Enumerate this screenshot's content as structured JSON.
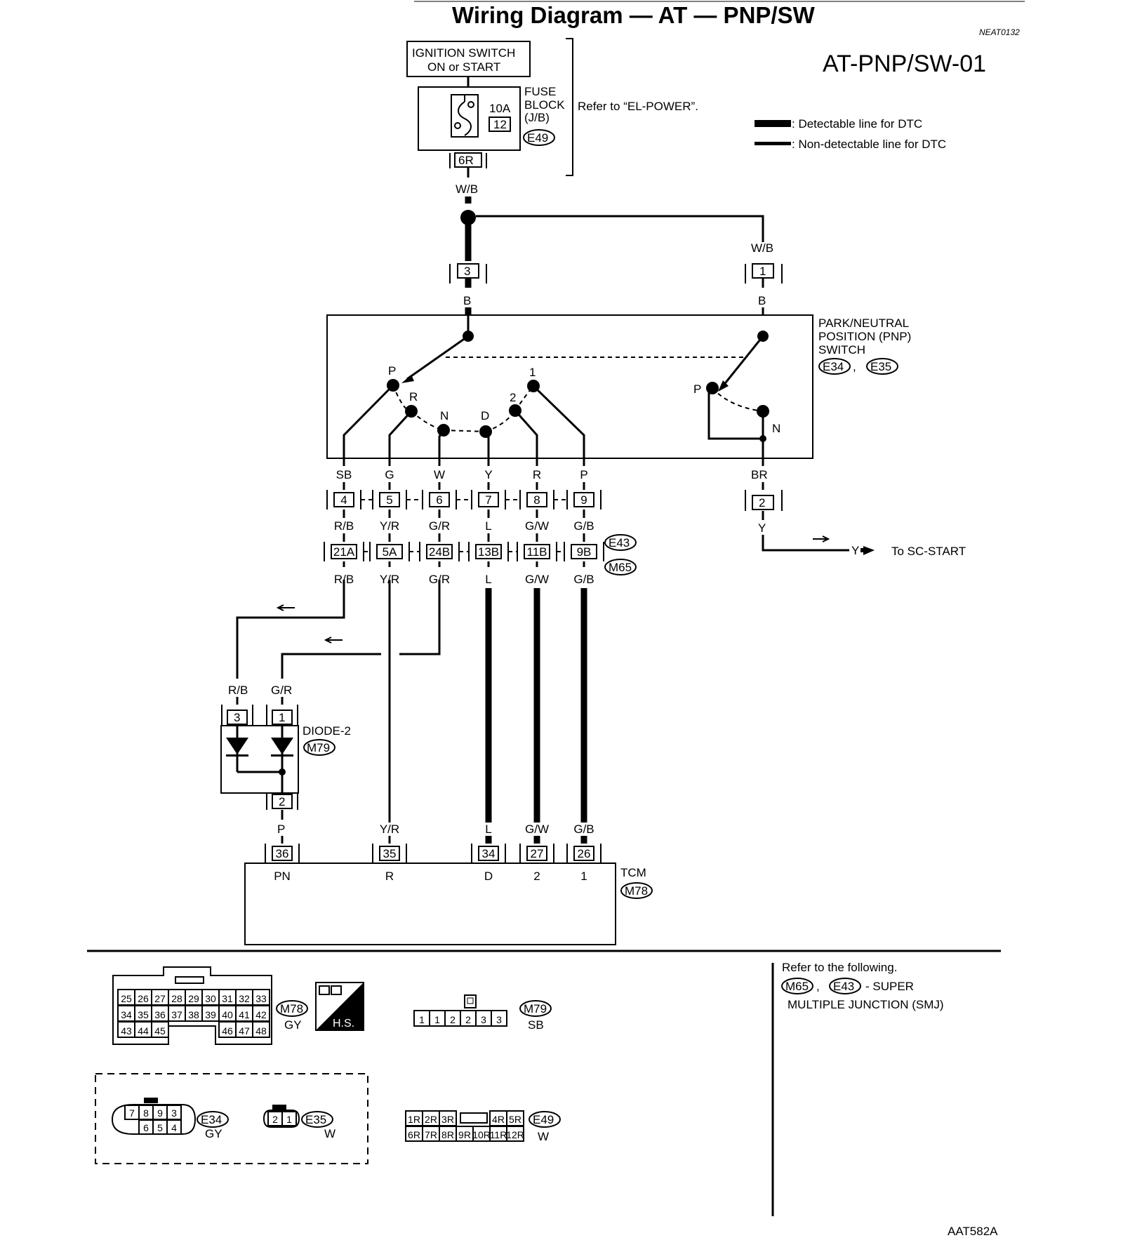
{
  "title": "Wiring Diagram — AT — PNP/SW",
  "code": "NEAT0132",
  "page_id": "AT-PNP/SW-01",
  "figure_id": "AAT582A",
  "legend": {
    "detectable": ": Detectable line for DTC",
    "non_detectable": ": Non-detectable line for DTC"
  },
  "power": {
    "ignition_line1": "IGNITION SWITCH",
    "ignition_line2": "ON or START",
    "fuse_amp": "10A",
    "fuse_num": "12",
    "fuse_block1": "FUSE",
    "fuse_block2": "BLOCK",
    "fuse_block3": "(J/B)",
    "fuse_conn": "E49",
    "fuse_pin": "6R",
    "refer": "Refer to “EL-POWER”."
  },
  "pnp_switch": {
    "name1": "PARK/NEUTRAL",
    "name2": "POSITION (PNP)",
    "name3": "SWITCH",
    "conn1": "E34",
    "conn2": "E35",
    "sep": ",",
    "pin_in_left": "3",
    "pin_in_right": "1",
    "wire_in_left_top": "W/B",
    "wire_in_right_top": "W/B",
    "wire_in_left_bottom": "B",
    "wire_in_right_bottom": "B",
    "positions_left": [
      "P",
      "R",
      "N",
      "D",
      "2",
      "1"
    ],
    "positions_right": [
      "P",
      "N"
    ]
  },
  "columns": [
    {
      "sw_wire": "SB",
      "pin": "4",
      "mid_wire": "R/B",
      "smj_pin": "21A",
      "low_wire": "R/B"
    },
    {
      "sw_wire": "G",
      "pin": "5",
      "mid_wire": "Y/R",
      "smj_pin": "5A",
      "low_wire": "Y/R"
    },
    {
      "sw_wire": "W",
      "pin": "6",
      "mid_wire": "G/R",
      "smj_pin": "24B",
      "low_wire": "G/R"
    },
    {
      "sw_wire": "Y",
      "pin": "7",
      "mid_wire": "L",
      "smj_pin": "13B",
      "low_wire": "L"
    },
    {
      "sw_wire": "R",
      "pin": "8",
      "mid_wire": "G/W",
      "smj_pin": "11B",
      "low_wire": "G/W"
    },
    {
      "sw_wire": "P",
      "pin": "9",
      "mid_wire": "G/B",
      "smj_pin": "9B",
      "low_wire": "G/B"
    }
  ],
  "smj_conn1": "E43",
  "smj_conn2": "M65",
  "right_branch": {
    "wire_top": "BR",
    "pin": "2",
    "wire_bottom": "Y",
    "wire_out": "Y",
    "to": "To SC-START"
  },
  "diode": {
    "name": "DIODE-2",
    "conn": "M79",
    "pin_a": "3",
    "pin_b": "1",
    "pin_out": "2",
    "wire_a": "R/B",
    "wire_b": "G/R",
    "wire_out": "P"
  },
  "tcm": {
    "name": "TCM",
    "conn": "M78",
    "pins": [
      {
        "pin": "36",
        "label": "PN",
        "wire": "P"
      },
      {
        "pin": "35",
        "label": "R",
        "wire": "Y/R"
      },
      {
        "pin": "34",
        "label": "D",
        "wire": "L"
      },
      {
        "pin": "27",
        "label": "2",
        "wire": "G/W"
      },
      {
        "pin": "26",
        "label": "1",
        "wire": "G/B"
      }
    ]
  },
  "connectors": {
    "m78": {
      "name": "M78",
      "color": "GY",
      "row1": [
        "25",
        "26",
        "27",
        "28",
        "29",
        "30",
        "31",
        "32",
        "33"
      ],
      "row2": [
        "34",
        "35",
        "36",
        "37",
        "38",
        "39",
        "40",
        "41",
        "42"
      ],
      "row3a": [
        "43",
        "44",
        "45"
      ],
      "row3b": [
        "46",
        "47",
        "48"
      ],
      "hs": "H.S."
    },
    "m79": {
      "name": "M79",
      "color": "SB",
      "pins": [
        "1",
        "1",
        "2",
        "2",
        "3",
        "3"
      ]
    },
    "e34": {
      "name": "E34",
      "color": "GY",
      "row1": [
        "7",
        "8",
        "9",
        "3"
      ],
      "row2": [
        "6",
        "5",
        "4"
      ]
    },
    "e35": {
      "name": "E35",
      "color": "W",
      "pins": [
        "2",
        "1"
      ]
    },
    "e49": {
      "name": "E49",
      "color": "W",
      "row1a": [
        "1R",
        "2R",
        "3R"
      ],
      "row1b": [
        "4R",
        "5R"
      ],
      "row2": [
        "6R",
        "7R",
        "8R",
        "9R",
        "10R",
        "11R",
        "12R"
      ]
    }
  },
  "refer_note": {
    "line1": "Refer to the following.",
    "conn1": "M65",
    "conn2": "E43",
    "sep": ",",
    "line2": "- SUPER",
    "line3": "MULTIPLE JUNCTION (SMJ)"
  }
}
